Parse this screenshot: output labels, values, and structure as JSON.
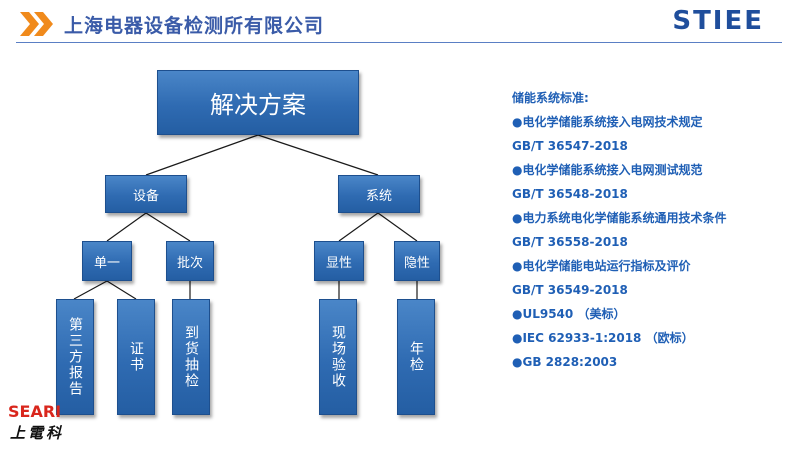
{
  "header": {
    "company": "上海电器设备检测所有限公司",
    "logo": "STIEE",
    "accent_color": "#f08a1c",
    "brand_color": "#1f4e9c"
  },
  "diagram": {
    "root": "解决方案",
    "branches": [
      {
        "label": "设备",
        "children": [
          {
            "label": "单一",
            "leaves": [
              "第三方报告",
              "证书"
            ]
          },
          {
            "label": "批次",
            "leaves": [
              "到货抽检"
            ]
          }
        ]
      },
      {
        "label": "系统",
        "children": [
          {
            "label": "显性",
            "leaves": [
              "现场验收"
            ]
          },
          {
            "label": "隐性",
            "leaves": [
              "年检"
            ]
          }
        ]
      }
    ]
  },
  "standards": {
    "title": "储能系统标准:",
    "lines": [
      "●电化学储能系统接入电网技术规定",
      "GB/T 36547-2018",
      "●电化学储能系统接入电网测试规范",
      "GB/T 36548-2018",
      "●电力系统电化学储能系统通用技术条件",
      "GB/T 36558-2018",
      "●电化学储能电站运行指标及评价",
      "GB/T 36549-2018",
      "●UL9540  （美标）",
      "●IEC 62933-1:2018 （欧标）",
      "●GB 2828:2003"
    ]
  },
  "footer_logo": {
    "text": "SEARI",
    "cn": "上電科"
  }
}
